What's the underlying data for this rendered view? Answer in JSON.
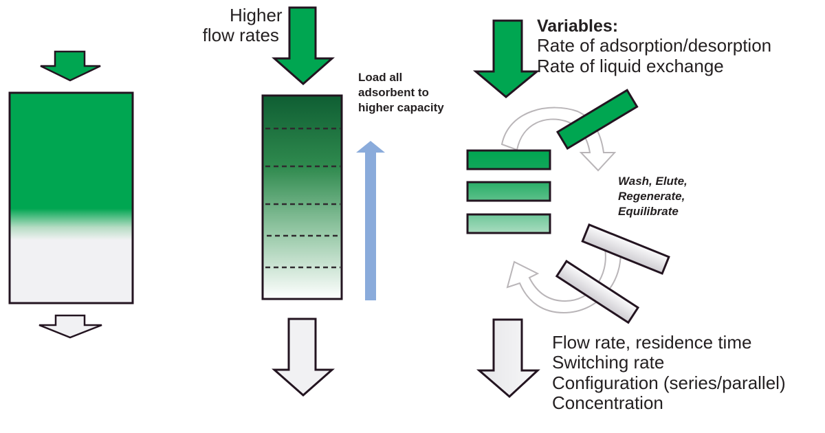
{
  "panels": {
    "batch": {
      "description": "Single packed column, partially loaded"
    },
    "high_flow": {
      "label_lines": [
        "Higher",
        "flow rates"
      ],
      "annotation_lines": [
        "Load all",
        "adsorbent to",
        "higher capacity"
      ]
    },
    "multicolumn": {
      "variables_title": "Variables:",
      "variables": [
        "Rate of adsorption/desorption",
        "Rate of liquid exchange"
      ],
      "cycle_steps_lines": [
        "Wash, Elute,",
        "Regenerate,",
        "Equilibrate"
      ],
      "output_variables": [
        "Flow rate, residence time",
        "Switching rate",
        "Configuration (series/parallel)",
        "Concentration"
      ]
    }
  },
  "colors": {
    "green": "#00a651",
    "dark_green": "#0f5e33",
    "light_gray_fill": "#f1f1f3",
    "outline": "#231420",
    "blue_arrow": "#84a7d9",
    "cycle_arrow_stroke": "#b9b5b8"
  }
}
